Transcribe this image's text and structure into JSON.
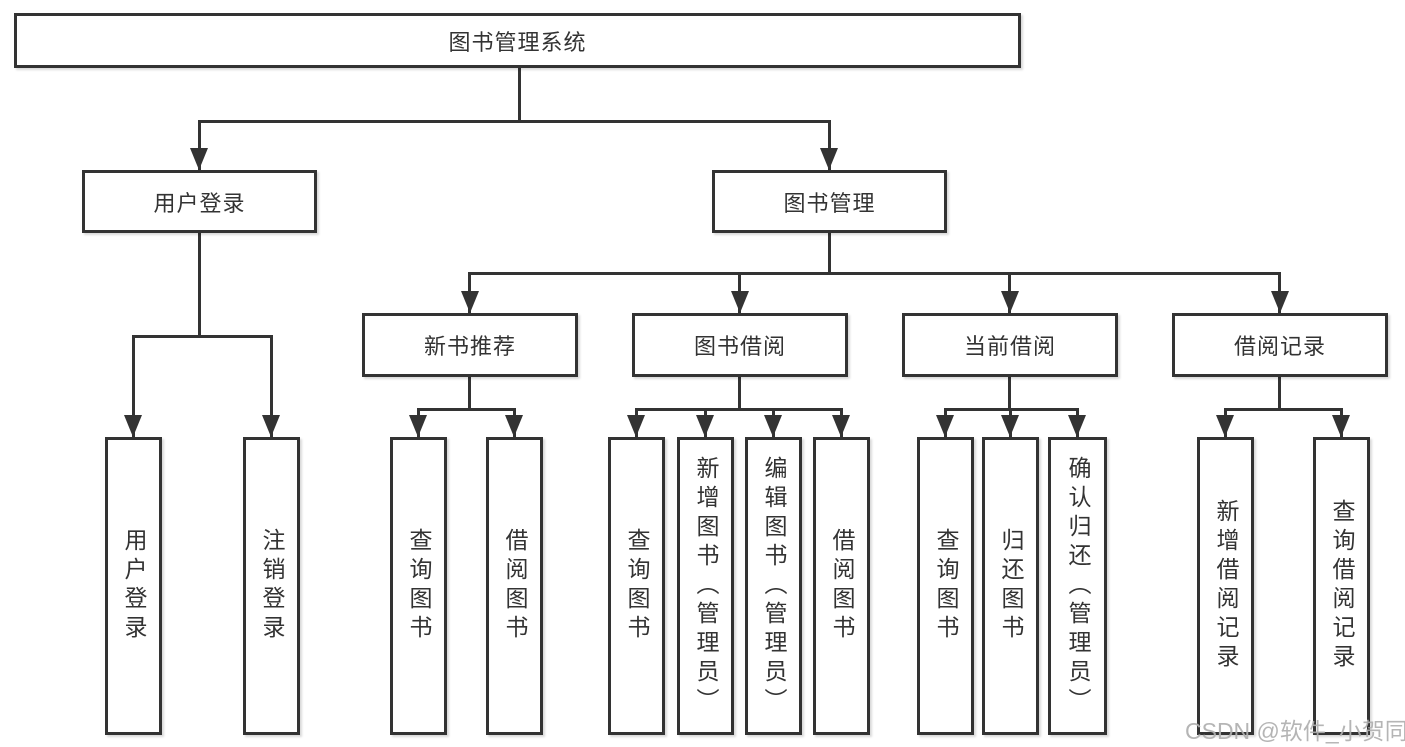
{
  "diagram_type": "function-structure-tree",
  "colors": {
    "line": "#333333",
    "text": "#333333",
    "background": "#ffffff",
    "watermark": "#afafaf"
  },
  "tree": {
    "label": "图书管理系统",
    "children": [
      {
        "label": "用户登录",
        "children": [
          {
            "label": "用户登录"
          },
          {
            "label": "注销登录"
          }
        ]
      },
      {
        "label": "图书管理",
        "children": [
          {
            "label": "新书推荐",
            "children": [
              {
                "label": "查询图书"
              },
              {
                "label": "借阅图书"
              }
            ]
          },
          {
            "label": "图书借阅",
            "children": [
              {
                "label": "查询图书"
              },
              {
                "label": "新增图书（管理员）"
              },
              {
                "label": "编辑图书（管理员）"
              },
              {
                "label": "借阅图书"
              }
            ]
          },
          {
            "label": "当前借阅",
            "children": [
              {
                "label": "查询图书"
              },
              {
                "label": "归还图书"
              },
              {
                "label": "确认归还（管理员）"
              }
            ]
          },
          {
            "label": "借阅记录",
            "children": [
              {
                "label": "新增借阅记录"
              },
              {
                "label": "查询借阅记录"
              }
            ]
          }
        ]
      }
    ]
  },
  "watermark": "CSDN @软件_小贺同学"
}
